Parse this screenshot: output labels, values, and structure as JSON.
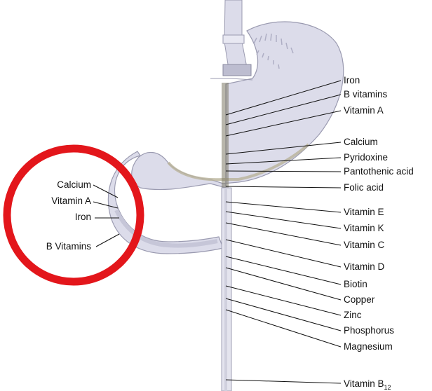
{
  "labels_right": [
    {
      "text": "Iron"
    },
    {
      "text": "B vitamins"
    },
    {
      "text": "Vitamin A"
    },
    {
      "text": "Calcium"
    },
    {
      "text": "Pyridoxine"
    },
    {
      "text": "Pantothenic acid"
    },
    {
      "text": "Folic acid"
    },
    {
      "text": "Vitamin E"
    },
    {
      "text": "Vitamin K"
    },
    {
      "text": "Vitamin C"
    },
    {
      "text": "Vitamin D"
    },
    {
      "text": "Biotin"
    },
    {
      "text": "Copper"
    },
    {
      "text": "Zinc"
    },
    {
      "text": "Phosphorus"
    },
    {
      "text": "Magnesium"
    }
  ],
  "label_b12": {
    "text": "Vitamin B",
    "subscript": "12"
  },
  "labels_left": [
    {
      "text": "Calcium"
    },
    {
      "text": "Vitamin A"
    },
    {
      "text": "Iron"
    },
    {
      "text": "B Vitamins"
    }
  ],
  "colors": {
    "organ_fill": "#dcdcea",
    "organ_shade": "#c6c6d8",
    "organ_outline": "#9a9ab0",
    "mucosa": "#b9b39a",
    "circle": "#e3161b",
    "leader": "#111111"
  }
}
